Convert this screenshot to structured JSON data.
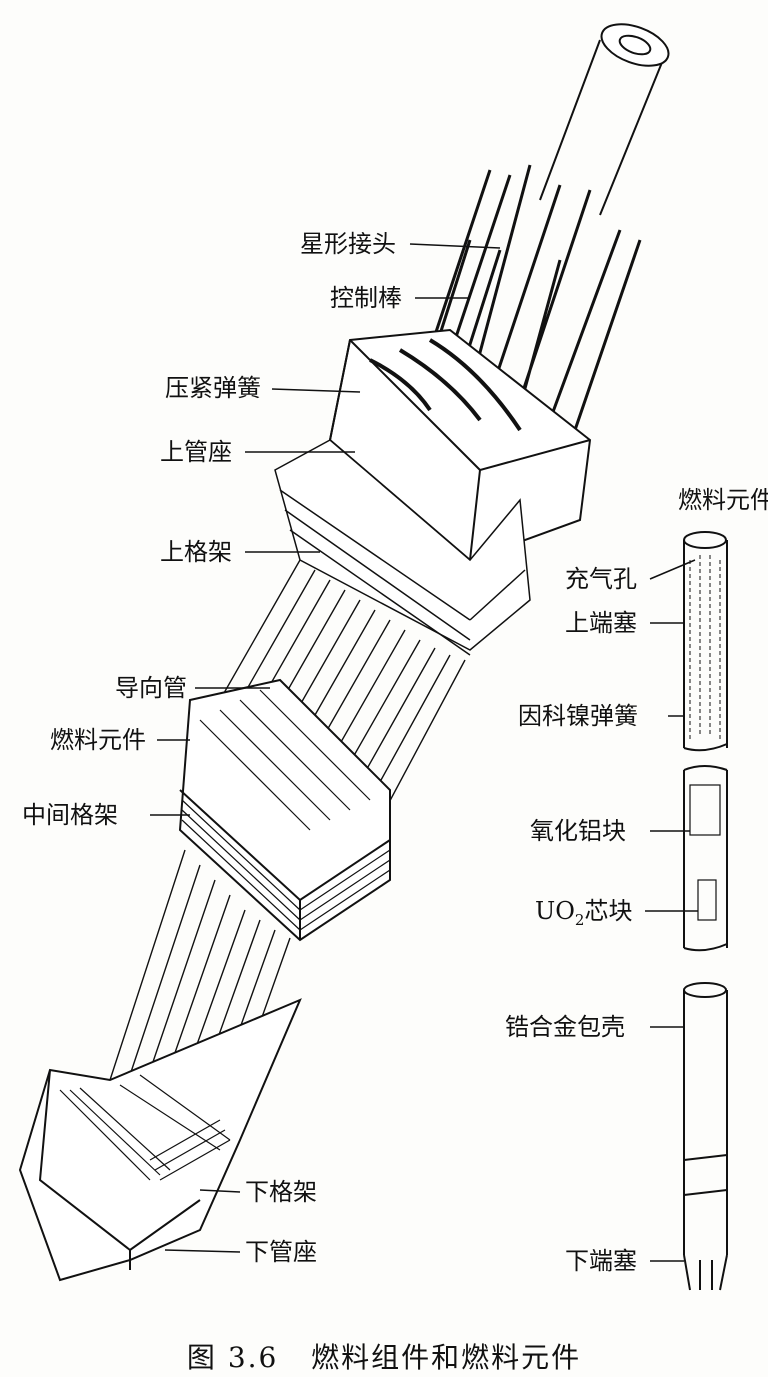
{
  "figure": {
    "caption_number": "图 3.6",
    "caption_title": "燃料组件和燃料元件"
  },
  "assembly_labels": {
    "star_connector": "星形接头",
    "control_rod": "控制棒",
    "hold_down_spring": "压紧弹簧",
    "top_nozzle": "上管座",
    "top_grid": "上格架",
    "guide_tube": "导向管",
    "fuel_rod": "燃料元件",
    "mid_grid": "中间格架",
    "bottom_grid": "下格架",
    "bottom_nozzle": "下管座"
  },
  "fuel_element_labels": {
    "title": "燃料元件",
    "plenum_hole": "充气孔",
    "top_end_plug": "上端塞",
    "inconel_spring": "因科镍弹簧",
    "alumina_block": "氧化铝块",
    "uo2_prefix": "UO",
    "uo2_sub": "2",
    "uo2_suffix": "芯块",
    "zircaloy_cladding": "锆合金包壳",
    "bottom_end_plug": "下端塞"
  }
}
